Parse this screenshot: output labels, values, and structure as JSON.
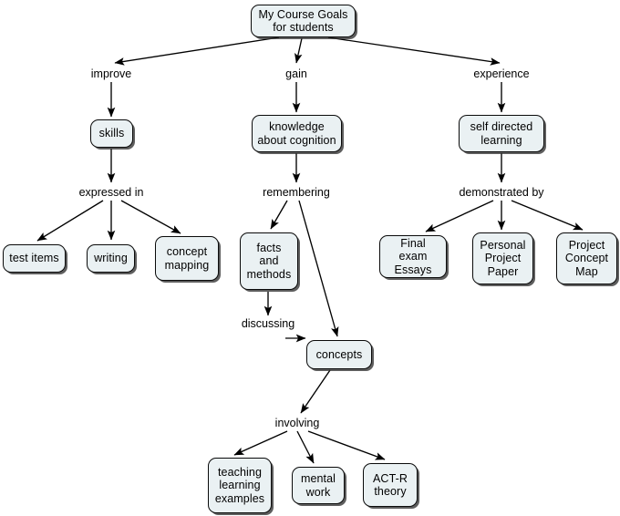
{
  "map": {
    "title": "My Course Goals for students",
    "background_color": "#ffffff",
    "node_fill_color": "#eaf1f3",
    "node_border_color": "#0a0a0a",
    "edge_color": "#000000"
  },
  "nodes": {
    "root": "My Course Goals\nfor students",
    "skills": "skills",
    "knowledge": "knowledge\nabout cognition",
    "self_directed": "self directed\nlearning",
    "test_items": "test items",
    "writing": "writing",
    "concept_mapping": "concept\nmapping",
    "facts_methods": "facts\nand\nmethods",
    "final_exam": "Final exam\nEssays",
    "personal_paper": "Personal\nProject\nPaper",
    "project_map": "Project\nConcept\nMap",
    "concepts": "concepts",
    "teaching": "teaching\nlearning\nexamples",
    "mental_work": "mental\nwork",
    "actr": "ACT-R\ntheory"
  },
  "link_labels": {
    "improve": "improve",
    "gain": "gain",
    "experience": "experience",
    "expressed_in": "expressed in",
    "remembering": "remembering",
    "demonstrated_by": "demonstrated by",
    "discussing": "discussing",
    "involving": "involving"
  }
}
